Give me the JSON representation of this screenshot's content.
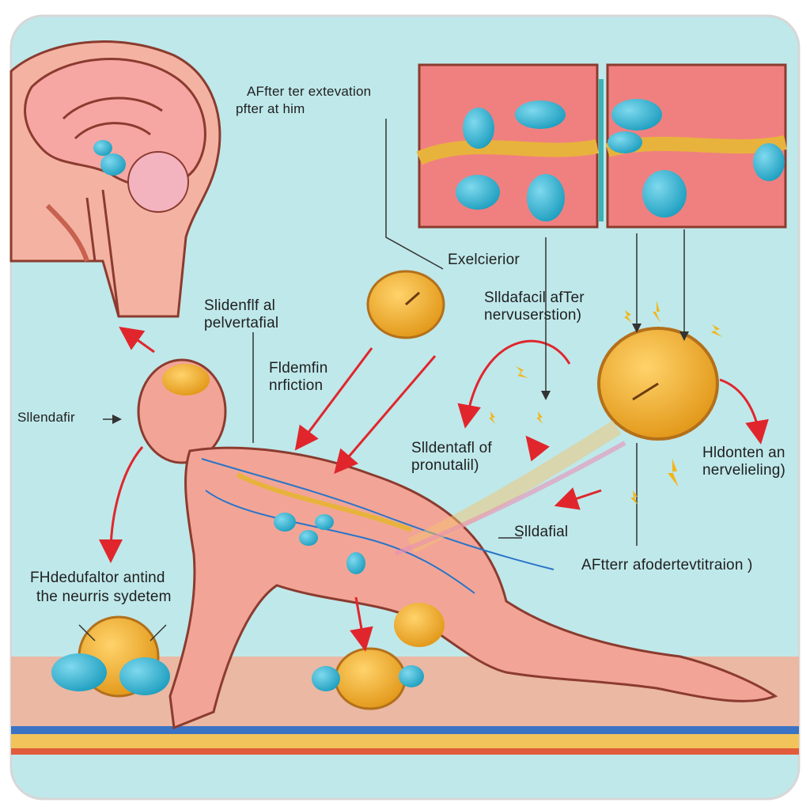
{
  "labels": {
    "top_note_line1": "AFfter ter extevation",
    "top_note_line2": "pfter at him",
    "excelcierior": "Exelcierior",
    "sildenfif_line1": "Slidenflf al",
    "sildenfif_line2": "pelvertafial",
    "fildemfin_line1": "Fldemfin",
    "fildemfin_line2": "nrfiction",
    "sildafacil_line1": "Slldafacil afTer",
    "sildafacil_line2": "nervuserstion)",
    "silendafir": "Sllendafir",
    "sildentafi_line1": "Slldentafl of",
    "sildentafi_line2": "pronutalil)",
    "hildonten_line1": "Hldonten an",
    "hildonten_line2": "nervelieling)",
    "sildafial": "Slldafial",
    "after_afo": "AFtterr afodertevtitraion )",
    "fihedufaltor_line1": "FHdedufaltor antind",
    "fihedufaltor_line2": "the neurris sydetem"
  },
  "colors": {
    "background": "#bfe8ea",
    "floor": "#e9b7a0",
    "skin": "#f2a596",
    "pill": "#3fb8d4",
    "coin": "#f0b33c",
    "arrow": "#e0262c",
    "nerve": "#2a74c9"
  }
}
